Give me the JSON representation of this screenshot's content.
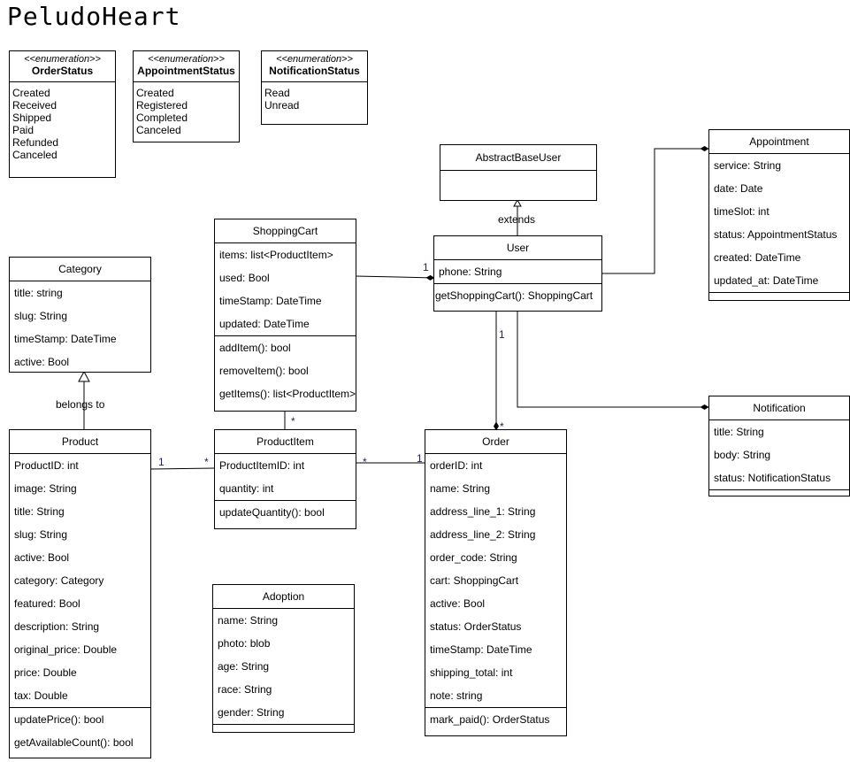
{
  "title": "PeludoHeart",
  "enums": {
    "order_status": {
      "stereotype": "<<enumeration>>",
      "name": "OrderStatus",
      "literals": [
        "Created",
        "Received",
        "Shipped",
        "Paid",
        "Refunded",
        "Canceled"
      ]
    },
    "appointment_status": {
      "stereotype": "<<enumeration>>",
      "name": "AppointmentStatus",
      "literals": [
        "Created",
        "Registered",
        "Completed",
        "Canceled"
      ]
    },
    "notification_status": {
      "stereotype": "<<enumeration>>",
      "name": "NotificationStatus",
      "literals": [
        "Read",
        "Unread"
      ]
    }
  },
  "classes": {
    "abstract_base_user": {
      "name": "AbstractBaseUser"
    },
    "appointment": {
      "name": "Appointment",
      "attributes": [
        "service: String",
        "date: Date",
        "timeSlot: int",
        "status: AppointmentStatus",
        "created: DateTime",
        "updated_at: DateTime"
      ]
    },
    "shopping_cart": {
      "name": "ShoppingCart",
      "attributes": [
        "items: list<ProductItem>",
        "used: Bool",
        "timeStamp: DateTime",
        "updated: DateTime"
      ],
      "methods": [
        "addItem(): bool",
        "removeItem(): bool",
        "getItems(): list<ProductItem>"
      ]
    },
    "user": {
      "name": "User",
      "attributes": [
        "phone: String"
      ],
      "methods": [
        "getShoppingCart(): ShoppingCart"
      ]
    },
    "category": {
      "name": "Category",
      "attributes": [
        "title: string",
        "slug: String",
        "timeStamp: DateTime",
        "active: Bool"
      ]
    },
    "notification": {
      "name": "Notification",
      "attributes": [
        "title: String",
        "body: String",
        "status: NotificationStatus"
      ]
    },
    "product": {
      "name": "Product",
      "attributes": [
        "ProductID: int",
        "image: String",
        "title: String",
        "slug: String",
        "active: Bool",
        "category: Category",
        "featured: Bool",
        "description: String",
        "original_price: Double",
        "price: Double",
        "tax: Double"
      ],
      "methods": [
        "updatePrice(): bool",
        "getAvailableCount(): bool"
      ]
    },
    "product_item": {
      "name": "ProductItem",
      "attributes": [
        "ProductItemID: int",
        "quantity: int"
      ],
      "methods": [
        "updateQuantity(): bool"
      ]
    },
    "order": {
      "name": "Order",
      "attributes": [
        "orderID: int",
        "name: String",
        "address_line_1: String",
        "address_line_2: String",
        "order_code: String",
        "cart: ShoppingCart",
        "active: Bool",
        "status: OrderStatus",
        "timeStamp: DateTime",
        "shipping_total: int",
        "note: string"
      ],
      "methods": [
        "mark_paid(): OrderStatus"
      ]
    },
    "adoption": {
      "name": "Adoption",
      "attributes": [
        "name: String",
        "photo: blob",
        "age: String",
        "race: String",
        "gender: String"
      ]
    }
  },
  "relations": {
    "extends_label": "extends",
    "belongs_to_label": "belongs to",
    "cart_user_mult": "1",
    "user_order_mult_user": "1",
    "user_order_mult_order": "*",
    "cart_item_mult": "*",
    "product_item_mult_product": "1",
    "product_item_mult_item": "*",
    "item_order_mult_item": "*",
    "item_order_mult_order": "1"
  }
}
